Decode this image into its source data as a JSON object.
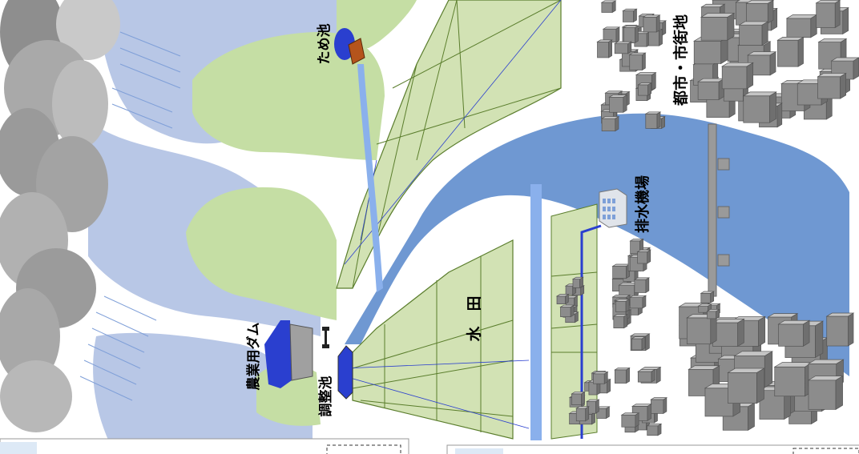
{
  "labels": {
    "reservoir_pond": "ため池",
    "city": "都市・市街地",
    "drainage_pump_station": "排水機場",
    "paddy_field": "水　田",
    "agricultural_dam": "農業用ダム",
    "regulating_pond": "調整池"
  },
  "colors": {
    "mountain_far": "#b8c7e6",
    "mountain_near": "#c5dea4",
    "paddy": "#d2e2b4",
    "paddy_line": "#5a7d2c",
    "river": "#6f98d2",
    "canal": "#8ab0ec",
    "water_dark": "#2a3fcf",
    "building": "#8c8c8c",
    "cloud": "#a9a9a9",
    "rain": "#7f9fd8"
  }
}
